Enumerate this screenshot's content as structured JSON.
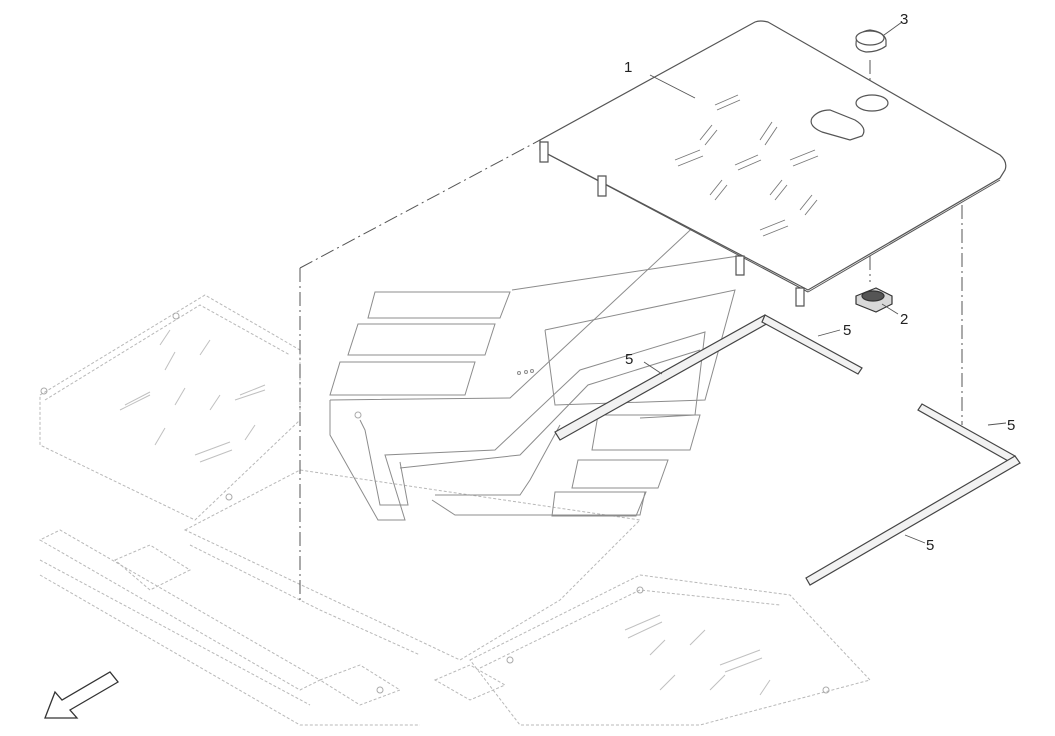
{
  "diagram": {
    "callouts": [
      {
        "id": "part-1",
        "label": "1"
      },
      {
        "id": "part-2",
        "label": "2"
      },
      {
        "id": "part-3",
        "label": "3"
      },
      {
        "id": "part-5a",
        "label": "5"
      },
      {
        "id": "part-5b",
        "label": "5"
      },
      {
        "id": "part-5c",
        "label": "5"
      },
      {
        "id": "part-5d",
        "label": "5"
      }
    ],
    "colors": {
      "line": "#555555",
      "faded_line": "#b8b8b8",
      "fill_light": "#f2f2f2",
      "fill_white": "#ffffff",
      "watermark": "#e6e6e6"
    }
  }
}
